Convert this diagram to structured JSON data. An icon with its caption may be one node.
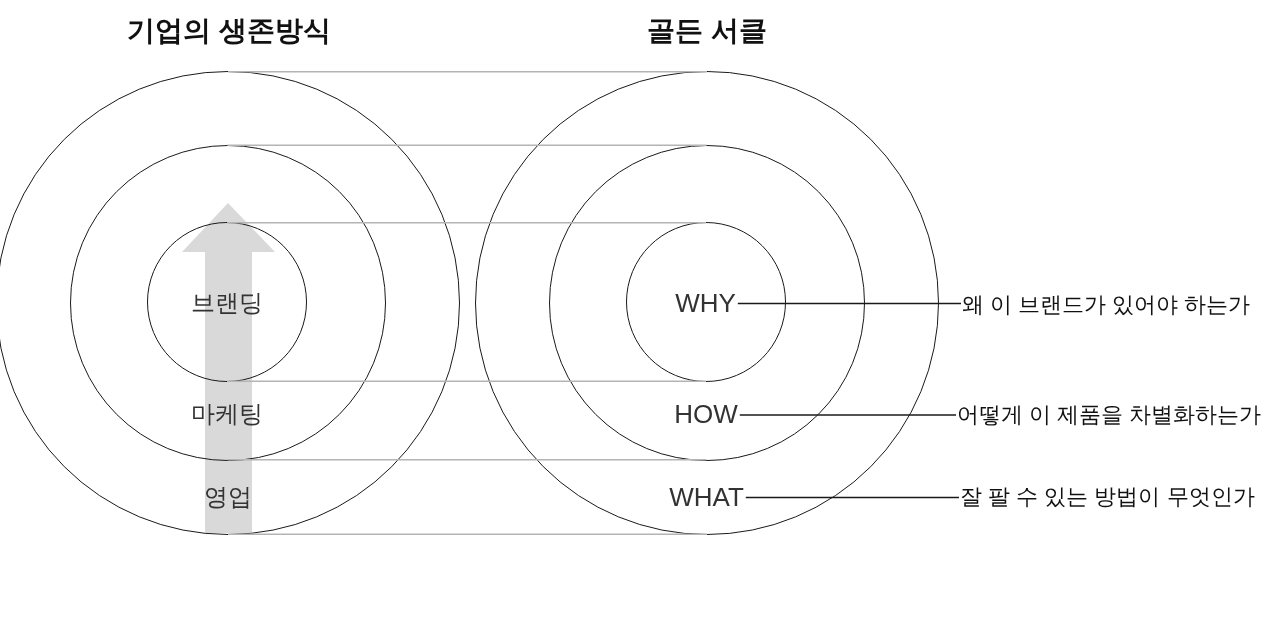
{
  "diagram": {
    "nodes": [
      {
        "text": [
          "영업"
        ]
      },
      {
        "text": [
          "마케팅"
        ],
        "in": 0
      },
      {
        "text": [
          "브랜딩"
        ],
        "in": 1
      },
      {
        "text": [],
        "shape": "circle"
      },
      {
        "text": [],
        "shape": "circle",
        "in": 3
      },
      {
        "text": [],
        "shape": "circle",
        "in": 4
      },
      {
        "text": [
          "WHY"
        ],
        "in": 5
      },
      {
        "text": [
          "HOW"
        ],
        "in": 4
      },
      {
        "text": [
          "WHAT"
        ],
        "in": 3
      },
      {
        "text": [
          "왜 이 브랜드가 있어야 하는가"
        ]
      },
      {
        "text": [
          "어떻게 이 제품을 차별화하는가"
        ]
      },
      {
        "text": [
          "잘 팔 수 있는 방법이 무엇인가"
        ]
      }
    ],
    "edges": [
      {
        "from": 0,
        "to": 3,
        "arrow": "none"
      },
      {
        "from": 1,
        "to": 4,
        "arrow": "none"
      },
      {
        "from": 2,
        "to": 5,
        "arrow": "none"
      },
      {
        "from": 2,
        "to": 5,
        "arrow": "none"
      },
      {
        "from": 1,
        "to": 4,
        "arrow": "none"
      },
      {
        "from": 0,
        "to": 3,
        "arrow": "none"
      },
      {
        "from": 6,
        "to": 9,
        "arrow": "none",
        "color": "#1a1a1a"
      },
      {
        "from": 7,
        "to": 10,
        "arrow": "none",
        "color": "#1a1a1a"
      },
      {
        "from": 8,
        "to": 11,
        "arrow": "none",
        "color": "#1a1a1a"
      }
    ],
    "labels": [
      "기업의 생존방식",
      "골든 서클"
    ]
  }
}
